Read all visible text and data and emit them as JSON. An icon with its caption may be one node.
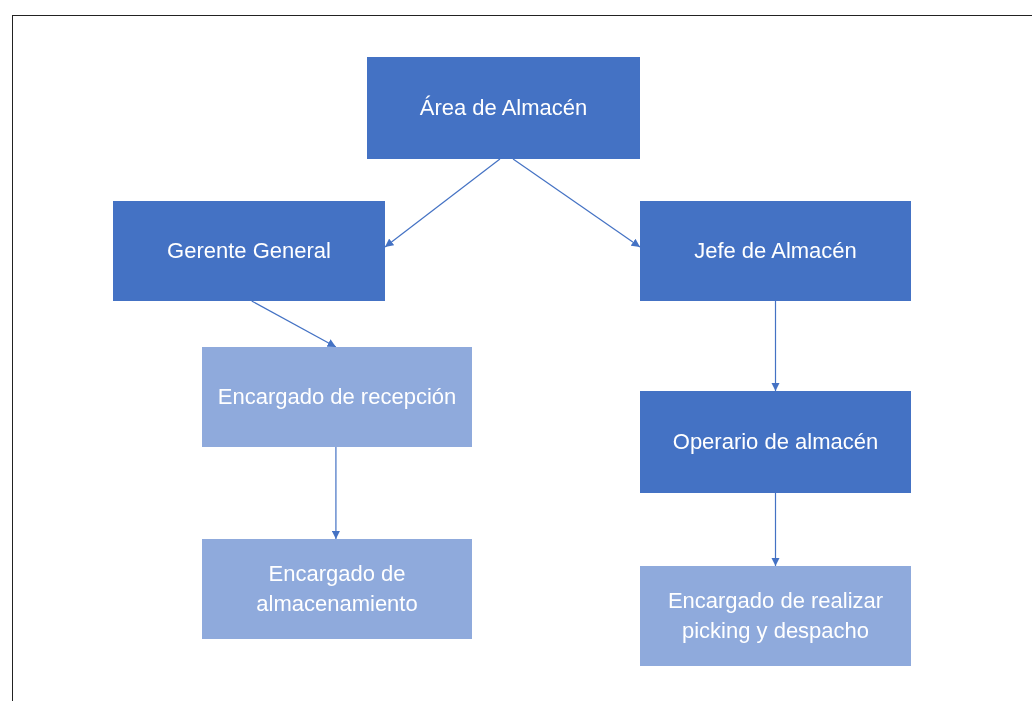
{
  "diagram": {
    "nodes": [
      {
        "text": [
          "Área de Almacén"
        ]
      },
      {
        "text": [
          "Gerente General"
        ]
      },
      {
        "text": [
          "Jefe de Almacén"
        ]
      },
      {
        "text": [
          "Encargado de recepción"
        ]
      },
      {
        "text": [
          "Encargado de almacenamiento"
        ]
      },
      {
        "text": [
          "Operario de almacén"
        ]
      },
      {
        "text": [
          "Encargado de realizar picking y despacho"
        ]
      }
    ],
    "edges": [
      {
        "from": 0,
        "to": 1,
        "arrow": "to"
      },
      {
        "from": 0,
        "to": 2,
        "arrow": "to"
      },
      {
        "from": 1,
        "to": 3,
        "arrow": "to"
      },
      {
        "from": 3,
        "to": 4,
        "arrow": "to"
      },
      {
        "from": 2,
        "to": 5,
        "arrow": "to"
      },
      {
        "from": 5,
        "to": 6,
        "arrow": "to"
      }
    ]
  }
}
